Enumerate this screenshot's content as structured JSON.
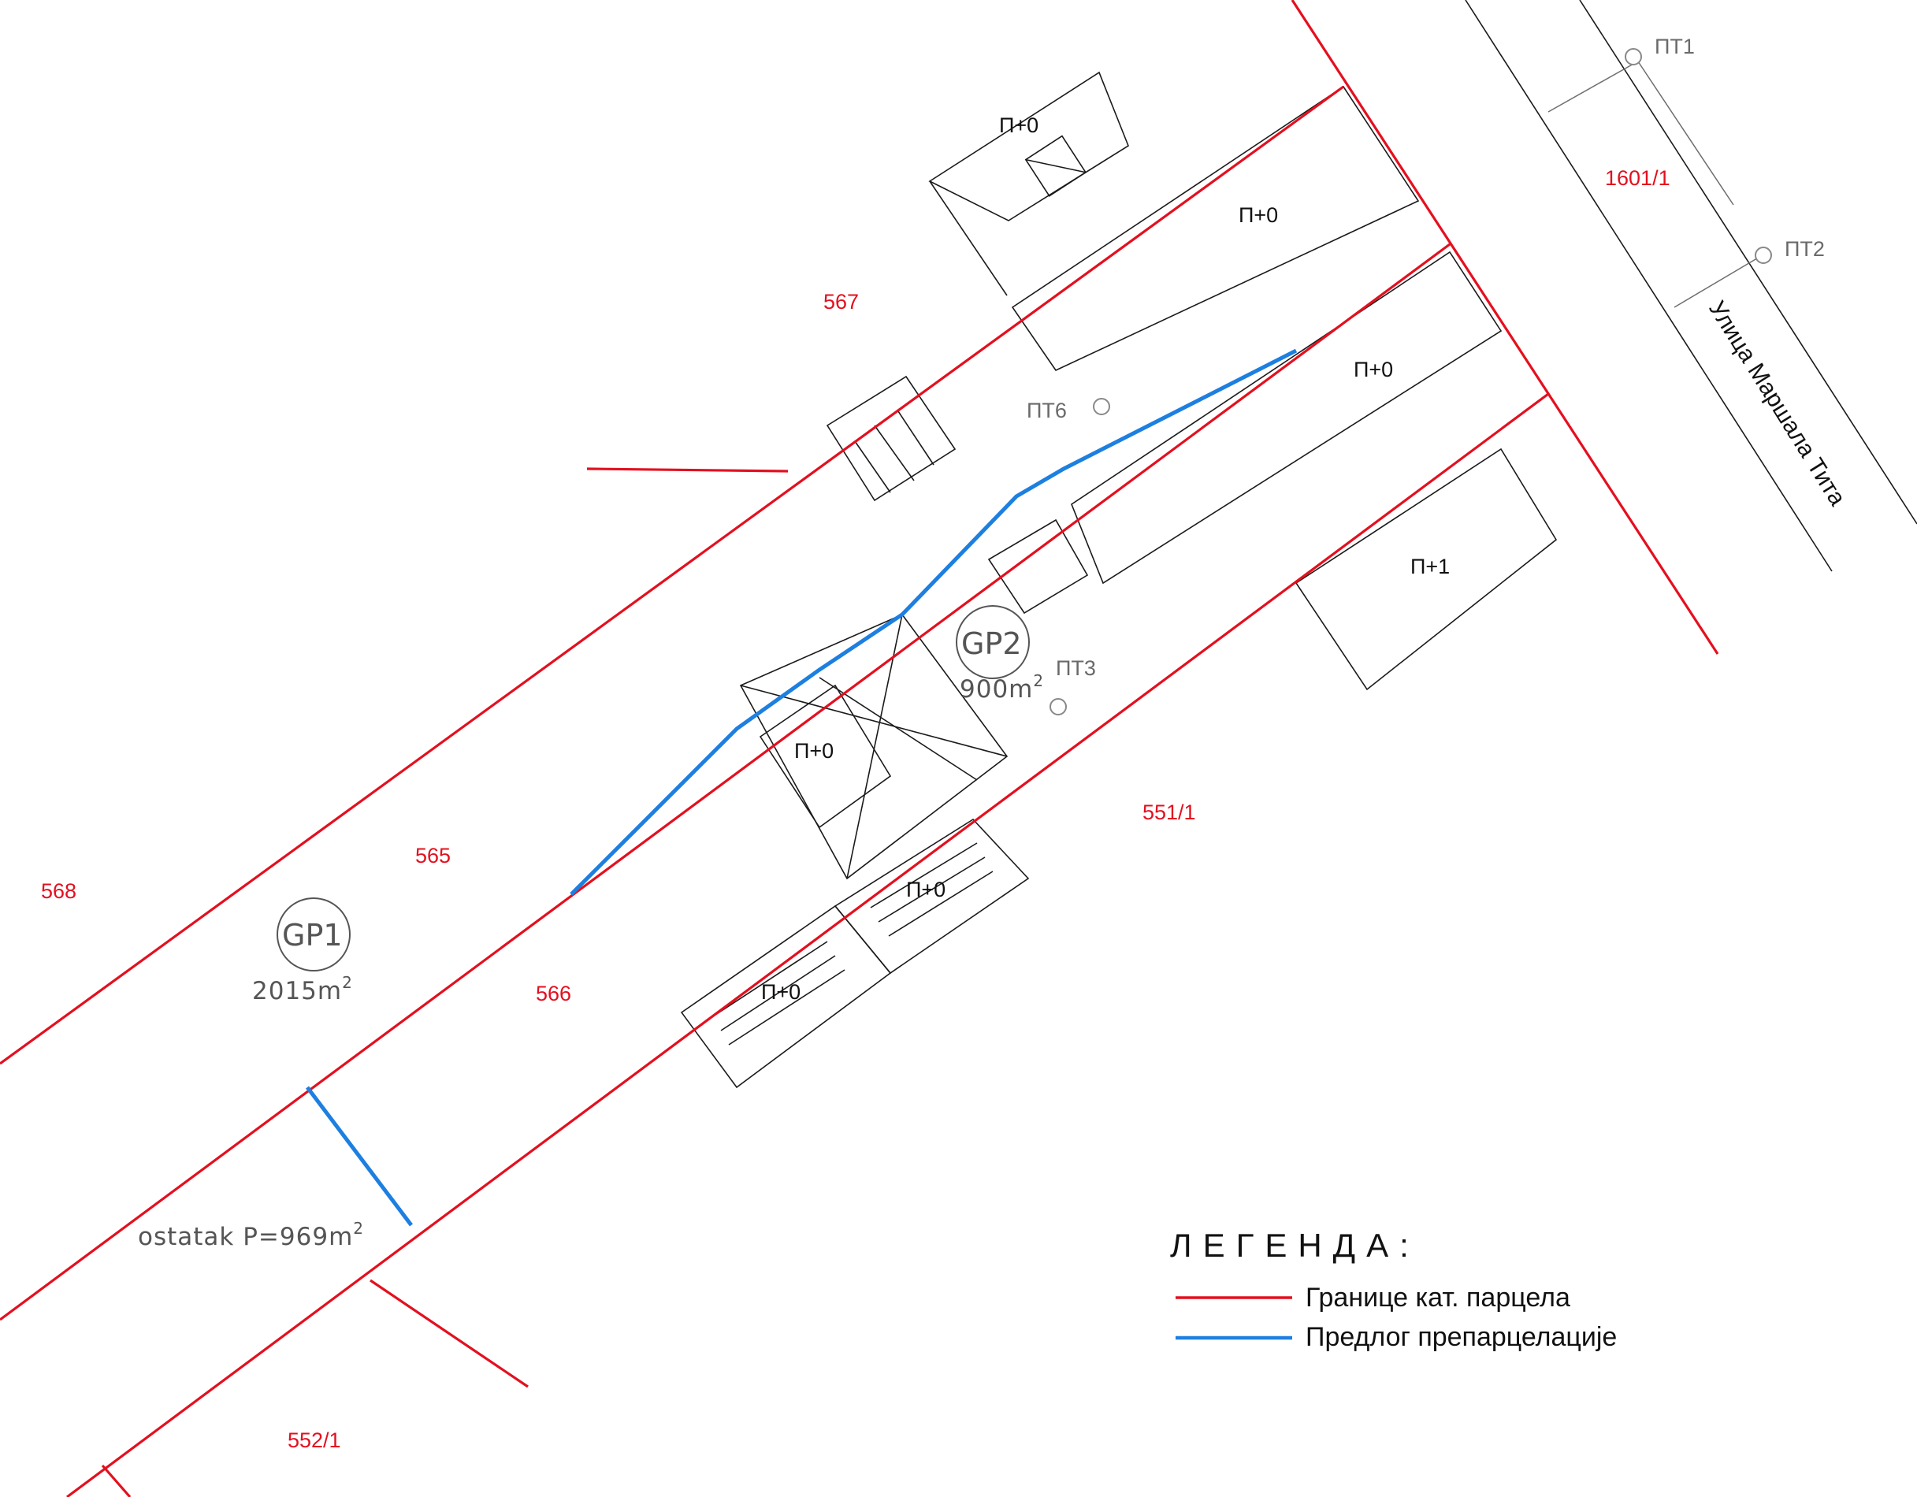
{
  "parcels": {
    "p568": "568",
    "p567": "567",
    "p565": "565",
    "p566": "566",
    "p551_1": "551/1",
    "p552_1": "552/1",
    "p1601_1": "1601/1"
  },
  "buildings": {
    "b1": "П+0",
    "b2": "П+0",
    "b3": "П+0",
    "b4": "П+1",
    "b5": "П+0",
    "b6": "П+0",
    "b7": "П+0"
  },
  "points": {
    "pt1": "ПТ1",
    "pt2": "ПТ2",
    "pt3": "ПТ3",
    "pt6": "ПТ6"
  },
  "plots": {
    "gp1": {
      "name": "GP1",
      "area": "2015m",
      "unit_sup": "2"
    },
    "gp2": {
      "name": "GP2",
      "area": "900m",
      "unit_sup": "2"
    },
    "remainder": {
      "label": "ostatak P=969m",
      "unit_sup": "2"
    }
  },
  "street": "Улица Маршала Тита",
  "legend": {
    "title": "ЛЕГЕНДА:",
    "items": [
      {
        "label": "Границе кат. парцела",
        "color": "#e3101f"
      },
      {
        "label": "Предлог препарцелације",
        "color": "#1d7fe0"
      }
    ]
  },
  "colors": {
    "boundary": "#e3101f",
    "proposal": "#1d7fe0"
  }
}
